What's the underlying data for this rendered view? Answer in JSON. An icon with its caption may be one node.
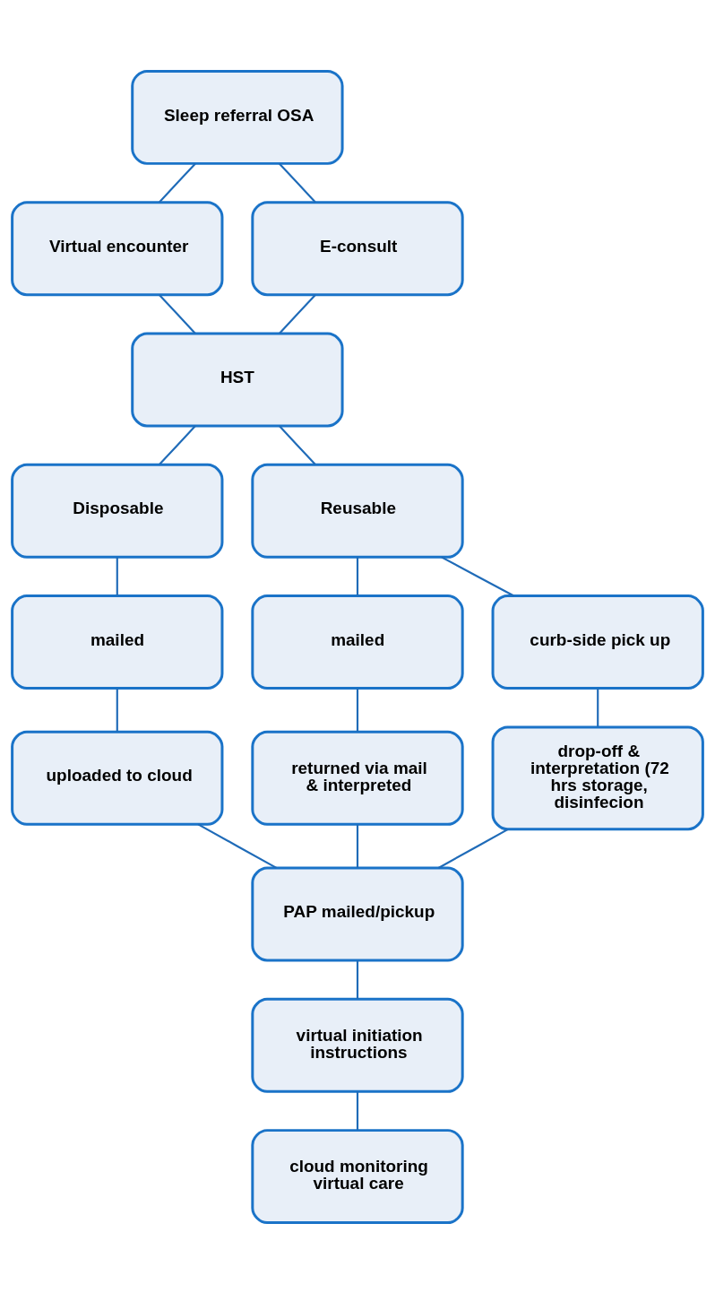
{
  "diagram": {
    "nodes": [
      {
        "text": [
          "Sleep referral OSA"
        ]
      },
      {
        "text": [
          "Virtual encounter"
        ]
      },
      {
        "text": [
          "E-consult"
        ]
      },
      {
        "text": [
          "HST"
        ]
      },
      {
        "text": [
          "Disposable"
        ]
      },
      {
        "text": [
          "Reusable"
        ]
      },
      {
        "text": [
          "mailed"
        ]
      },
      {
        "text": [
          "mailed"
        ]
      },
      {
        "text": [
          "curb-side pick up"
        ]
      },
      {
        "text": [
          "uploaded to cloud"
        ]
      },
      {
        "text": [
          "returned via mail & interpreted"
        ]
      },
      {
        "text": [
          "drop-off & interpretation (72 hrs storage, disinfecion"
        ]
      },
      {
        "text": [
          "PAP mailed/pickup"
        ]
      },
      {
        "text": [
          "virtual initiation instructions"
        ]
      },
      {
        "text": [
          "cloud monitoring virtual care"
        ]
      }
    ],
    "edges": [
      {
        "from": 0,
        "to": 1,
        "arrow": "none"
      },
      {
        "from": 0,
        "to": 2,
        "arrow": "none"
      },
      {
        "from": 1,
        "to": 3,
        "arrow": "none"
      },
      {
        "from": 2,
        "to": 3,
        "arrow": "none"
      },
      {
        "from": 3,
        "to": 4,
        "arrow": "none"
      },
      {
        "from": 3,
        "to": 5,
        "arrow": "none"
      },
      {
        "from": 4,
        "to": 6,
        "arrow": "none"
      },
      {
        "from": 5,
        "to": 7,
        "arrow": "none"
      },
      {
        "from": 5,
        "to": 8,
        "arrow": "none"
      },
      {
        "from": 6,
        "to": 9,
        "arrow": "none"
      },
      {
        "from": 7,
        "to": 10,
        "arrow": "none"
      },
      {
        "from": 8,
        "to": 11,
        "arrow": "none"
      },
      {
        "from": 9,
        "to": 12,
        "arrow": "none"
      },
      {
        "from": 10,
        "to": 12,
        "arrow": "none"
      },
      {
        "from": 11,
        "to": 12,
        "arrow": "none"
      },
      {
        "from": 12,
        "to": 13,
        "arrow": "none"
      },
      {
        "from": 13,
        "to": 14,
        "arrow": "none"
      }
    ]
  }
}
